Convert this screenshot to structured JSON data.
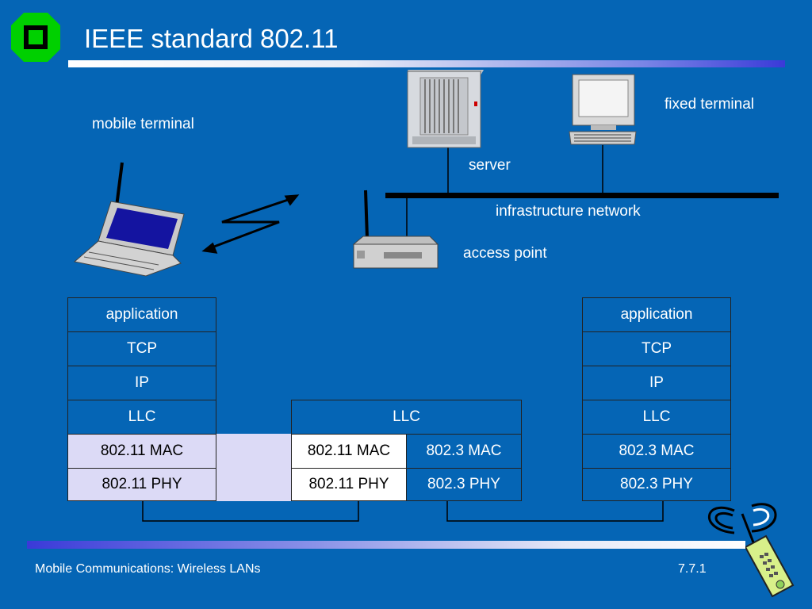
{
  "slide": {
    "title": "IEEE standard 802.11",
    "labels": {
      "mobile_terminal": "mobile terminal",
      "fixed_terminal": "fixed terminal",
      "server": "server",
      "infrastructure_network": "infrastructure network",
      "access_point": "access point"
    },
    "footer": {
      "left": "Mobile Communications: Wireless LANs",
      "right": "7.7.1"
    }
  },
  "stacks": {
    "mobile": [
      "application",
      "TCP",
      "IP",
      "LLC",
      "802.11 MAC",
      "802.11 PHY"
    ],
    "ap": {
      "llc": "LLC",
      "mac_left": "802.11 MAC",
      "mac_right": "802.3 MAC",
      "phy_left": "802.11 PHY",
      "phy_right": "802.3 PHY"
    },
    "fixed": [
      "application",
      "TCP",
      "IP",
      "LLC",
      "802.3 MAC",
      "802.3 PHY"
    ]
  }
}
